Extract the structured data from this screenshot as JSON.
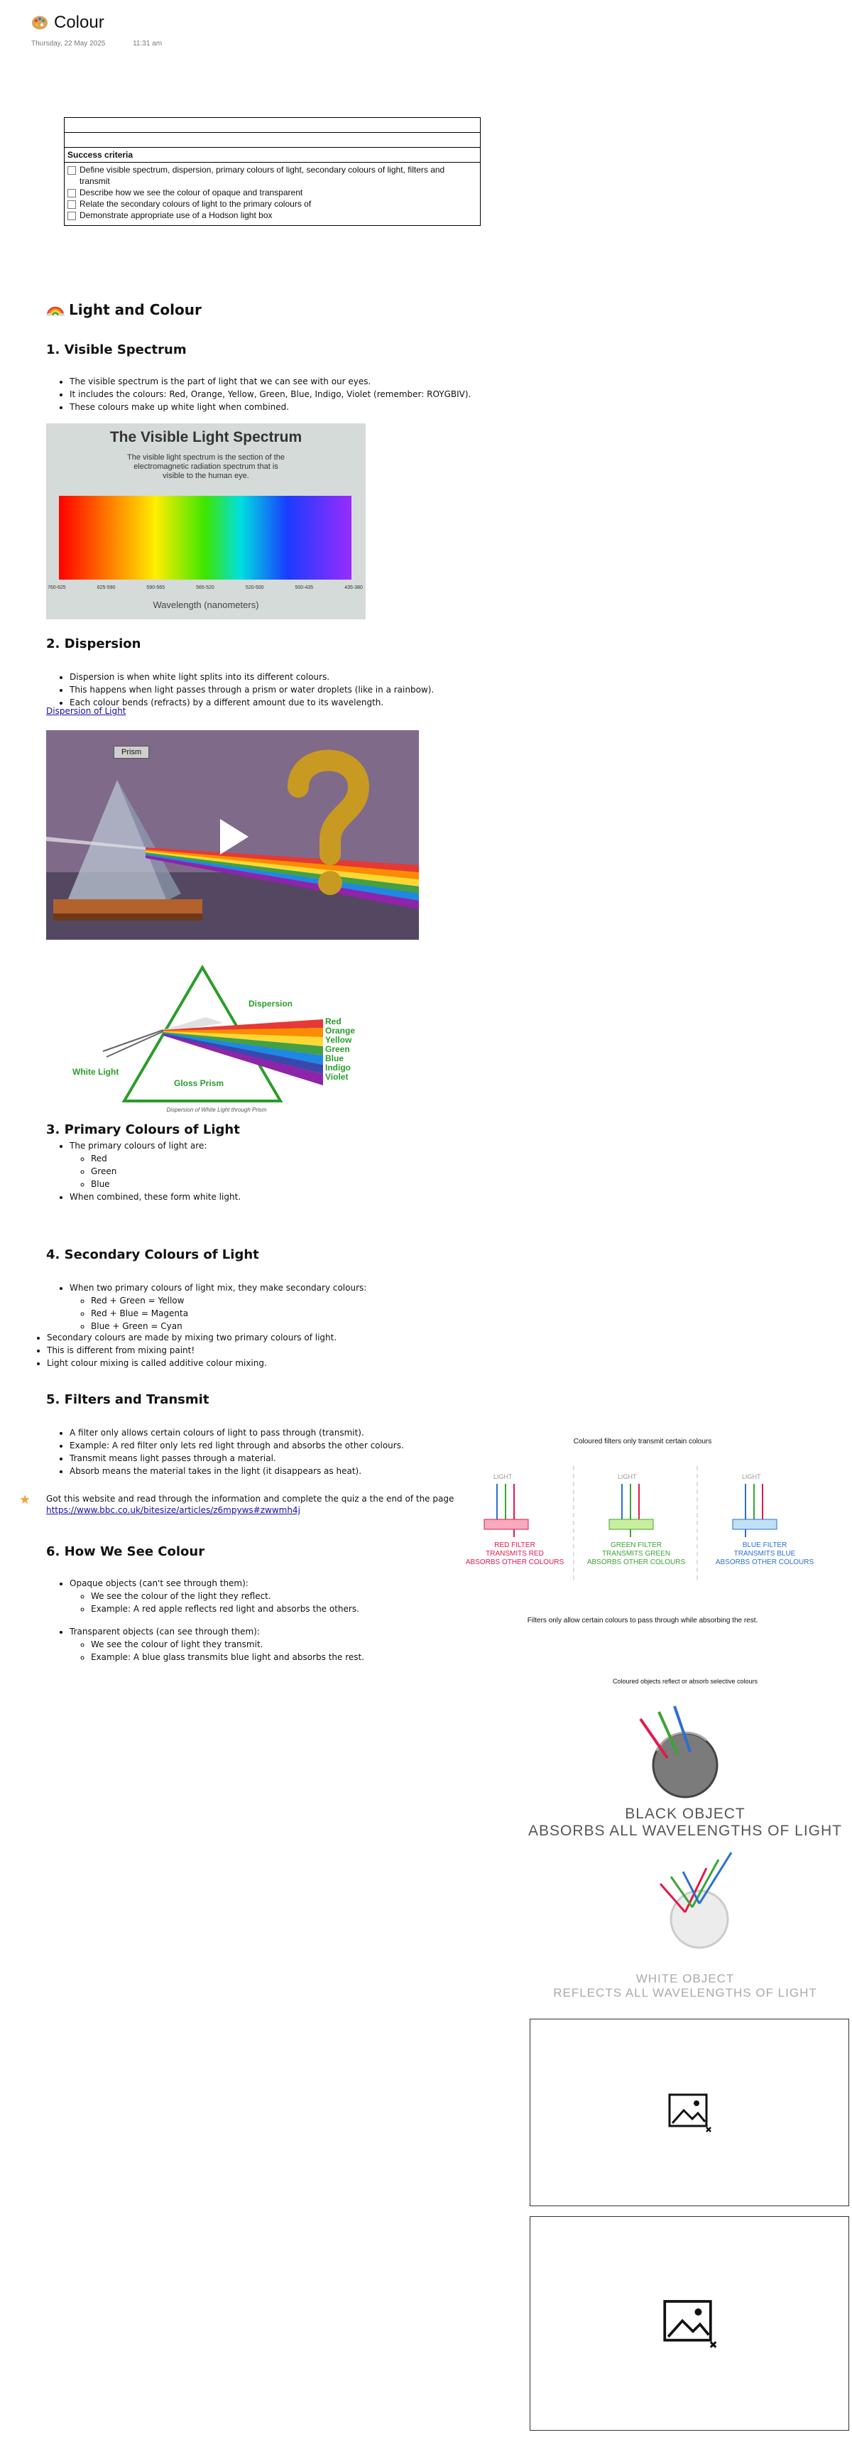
{
  "page": {
    "title": "Colour",
    "date": "Thursday, 22 May 2025",
    "time": "11:31 am"
  },
  "criteria": {
    "heading": "Success criteria",
    "items": [
      "Define visible spectrum, dispersion, primary colours of light, secondary colours of light, filters and transmit",
      "Describe how we see the colour of opaque and transparent",
      "Relate the secondary colours of light to the primary colours of",
      "Demonstrate appropriate use of a Hodson light box"
    ]
  },
  "main_title": "Light and Colour",
  "s1": {
    "title": "1. Visible Spectrum",
    "bullets": [
      "The visible spectrum is the part of light that we can see with our eyes.",
      "It includes the colours: Red, Orange, Yellow, Green, Blue, Indigo, Violet (remember: ROYGBIV).",
      "These colours make up white light when combined."
    ],
    "img": {
      "title": "The Visible Light Spectrum",
      "desc1": "The visible light spectrum is the section of the",
      "desc2": "electromagnetic radiation spectrum that is",
      "desc3": "visible to the human eye.",
      "ticks": [
        "760-625",
        "625-590",
        "590-565",
        "565-520",
        "520-500",
        "500-435",
        "435-380"
      ],
      "axis": "Wavelength (nanometers)"
    }
  },
  "s2": {
    "title": "2. Dispersion",
    "bullets": [
      "Dispersion is when white light splits into its different colours.",
      "This happens when light passes through a prism or water droplets (like in a rainbow).",
      "Each colour bends (refracts) by a different amount due to its wavelength."
    ],
    "link": "Dispersion of Light",
    "video": {
      "label": "Prism"
    },
    "diagram": {
      "dispersion": "Dispersion",
      "white": "White Light",
      "prism": "Gloss Prism",
      "caption": "Dispersion of White Light through Prism",
      "colors": [
        "Red",
        "Orange",
        "Yellow",
        "Green",
        "Blue",
        "Indigo",
        "Violet"
      ]
    }
  },
  "s3": {
    "title": "3. Primary Colours of Light",
    "bullet1": "The primary colours of light are:",
    "sub": [
      "Red",
      "Green",
      "Blue"
    ],
    "bullet2": "When combined, these form white light."
  },
  "s4": {
    "title": "4. Secondary Colours of Light",
    "bullet1": "When two primary colours of light mix, they make secondary colours:",
    "sub": [
      "Red + Green = Yellow",
      "Red + Blue = Magenta",
      "Blue + Green = Cyan"
    ],
    "outer": [
      "Secondary colours are made by mixing two primary colours of light.",
      "This is different from mixing paint!",
      "Light colour mixing is called additive colour mixing."
    ]
  },
  "s5": {
    "title": "5. Filters and Transmit",
    "bullets": [
      "A filter only allows certain colours of light to pass through (transmit).",
      "Example: A red filter only lets red light through and absorbs the other colours.",
      "Transmit means light passes through a material.",
      "Absorb means the material takes in the light (it disappears as heat)."
    ]
  },
  "task": {
    "text": "Got this website and read through the information and complete the quiz a the end of the page",
    "url": "https://www.bbc.co.uk/bitesize/articles/z6mpyws#zwwmh4j"
  },
  "s6": {
    "title": "6. How We See Colour",
    "opaque": "Opaque objects (can't see through them):",
    "opaque_sub": [
      "We see the colour of the light they reflect.",
      "Example: A red apple reflects red light and absorbs the others."
    ],
    "transparent": "Transparent objects (can see through them):",
    "transparent_sub": [
      "We see the colour of light they transmit.",
      "Example: A blue glass transmits blue light and absorbs the rest."
    ]
  },
  "filters_img": {
    "title": "Coloured filters only transmit certain colours",
    "light": "LIGHT",
    "red": [
      "RED FILTER",
      "TRANSMITS RED",
      "ABSORBS OTHER COLOURS"
    ],
    "green": [
      "GREEN FILTER",
      "TRANSMITS GREEN",
      "ABSORBS OTHER COLOURS"
    ],
    "blue": [
      "BLUE FILTER",
      "TRANSMITS BLUE",
      "ABSORBS OTHER COLOURS"
    ],
    "caption": "Filters only allow certain colours to pass through while absorbing the rest."
  },
  "objects_img": {
    "title": "Coloured objects reflect or absorb selective colours",
    "black1": "BLACK OBJECT",
    "black2": "ABSORBS ALL WAVELENGTHS OF LIGHT",
    "white1": "WHITE OBJECT",
    "white2": "REFLECTS ALL WAVELENGTHS OF LIGHT"
  },
  "colors": {
    "red": "#e3194b",
    "green": "#3aa532",
    "blue": "#2b6fd1",
    "dispersion_green": "#2a9d2a"
  }
}
